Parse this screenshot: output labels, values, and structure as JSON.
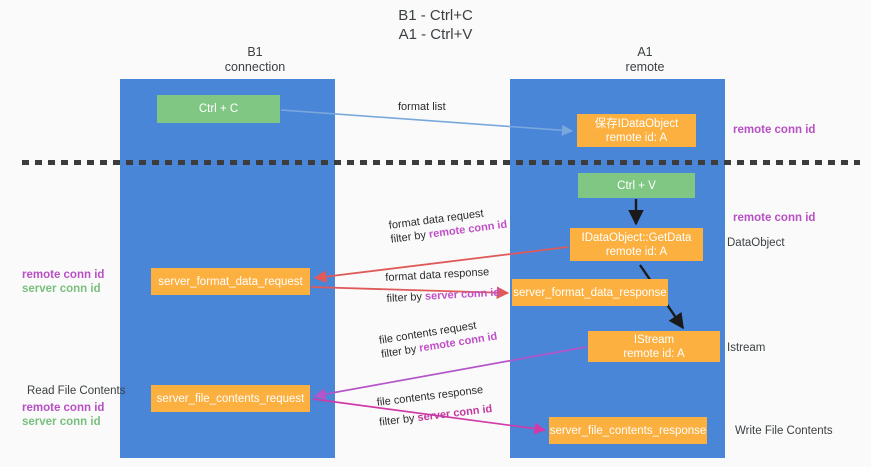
{
  "title": {
    "line1": "B1 - Ctrl+C",
    "line2": "A1 - Ctrl+V"
  },
  "columns": [
    {
      "id": "b1",
      "name": "B1",
      "role": "connection"
    },
    {
      "id": "a1",
      "name": "A1",
      "role": "remote"
    }
  ],
  "nodes": {
    "ctrl_c": {
      "label": "Ctrl + C",
      "sub": "",
      "color": "#81c784"
    },
    "idataobject": {
      "label": "保存IDataObject",
      "sub": "remote id: A",
      "color": "#fbb040"
    },
    "ctrl_v": {
      "label": "Ctrl + V",
      "sub": "",
      "color": "#81c784"
    },
    "getdata": {
      "label": "IDataObject::GetData",
      "sub": "remote id: A",
      "color": "#fbb040"
    },
    "sfd_request": {
      "label": "server_format_data_request",
      "sub": "",
      "color": "#fbb040"
    },
    "sfd_response": {
      "label": "server_format_data_response",
      "sub": "",
      "color": "#fbb040"
    },
    "istream": {
      "label": "IStream",
      "sub": "remote id: A",
      "color": "#fbb040"
    },
    "sfc_request": {
      "label": "server_file_contents_request",
      "sub": "",
      "color": "#fbb040"
    },
    "sfc_response": {
      "label": "server_file_contents_response",
      "sub": "",
      "color": "#fbb040"
    }
  },
  "edge_labels": {
    "format_list": "format list",
    "format_data_request": "format data request",
    "format_data_request_filter_prefix": "filter by ",
    "format_data_request_filter_key": "remote conn id",
    "format_data_response": "format data response",
    "format_data_response_filter_prefix": "filter by ",
    "format_data_response_filter_key": "server conn id",
    "file_contents_request": "file contents request",
    "file_contents_request_filter_prefix": "filter by ",
    "file_contents_request_filter_key": "remote conn id",
    "file_contents_response": "file contents response",
    "file_contents_response_filter_prefix": "filter by ",
    "file_contents_response_filter_key": "server conn id"
  },
  "side_notes": {
    "right_remote_conn_id_top": "remote conn id",
    "right_remote_conn_id_mid": "remote conn id",
    "right_dataobject": "DataObject",
    "right_istream": "Istream",
    "right_write_file_contents": "Write File Contents",
    "left_remote_conn_id_mid": "remote conn id",
    "left_server_conn_id_mid": "server conn id",
    "left_read_file_contents": "Read File Contents",
    "left_remote_conn_id_bottom": "remote conn id",
    "left_server_conn_id_bottom": "server conn id"
  },
  "colors": {
    "lane": "#4a86d8",
    "green_node": "#81c784",
    "orange_node": "#fbb040",
    "divider": "#3c3c3c",
    "arrow_blue": "#7aa8dd",
    "arrow_red": "#e05a5a",
    "arrow_black": "#1a1a1a",
    "arrow_magenta": "#d13ba8",
    "arrow_purple": "#b455c9",
    "text_purple": "#b84fc4",
    "text_green": "#79c07e",
    "background": "#fafafa"
  }
}
